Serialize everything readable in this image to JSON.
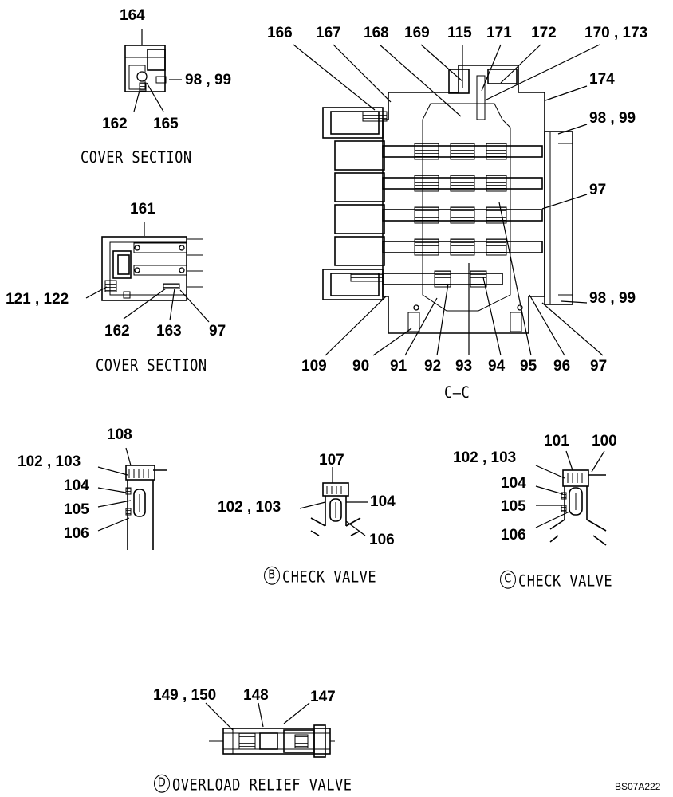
{
  "captions": {
    "cover_section_1": "COVER SECTION",
    "cover_section_2": "COVER SECTION",
    "section_cc": "C–C",
    "check_valve_b_letter": "B",
    "check_valve_b": "CHECK VALVE",
    "check_valve_c_letter": "C",
    "check_valve_c": "CHECK VALVE",
    "overload_letter": "D",
    "overload": "OVERLOAD RELIEF VALVE"
  },
  "drawing_code": "BS07A222",
  "callouts": {
    "cover1": {
      "c164": "164",
      "c98_99": "98 , 99",
      "c162": "162",
      "c165": "165"
    },
    "cover2": {
      "c161": "161",
      "c121_122": "121 , 122",
      "c162": "162",
      "c163": "163",
      "c97": "97"
    },
    "main": {
      "c166": "166",
      "c167": "167",
      "c168": "168",
      "c169": "169",
      "c115": "115",
      "c171": "171",
      "c172": "172",
      "c170_173": "170 , 173",
      "c174": "174",
      "c98_99_top": "98 , 99",
      "c97_right": "97",
      "c98_99_bottom": "98 , 99",
      "c109": "109",
      "c90": "90",
      "c91": "91",
      "c92": "92",
      "c93": "93",
      "c94": "94",
      "c95": "95",
      "c96": "96",
      "c97_bottom": "97"
    },
    "valve_a": {
      "c108": "108",
      "c102_103": "102 , 103",
      "c104": "104",
      "c105": "105",
      "c106": "106"
    },
    "valve_b": {
      "c107": "107",
      "c102_103": "102 , 103",
      "c104": "104",
      "c106": "106"
    },
    "valve_c": {
      "c101": "101",
      "c100": "100",
      "c102_103": "102 , 103",
      "c104": "104",
      "c105": "105",
      "c106": "106"
    },
    "valve_d": {
      "c149_150": "149 , 150",
      "c148": "148",
      "c147": "147"
    }
  }
}
